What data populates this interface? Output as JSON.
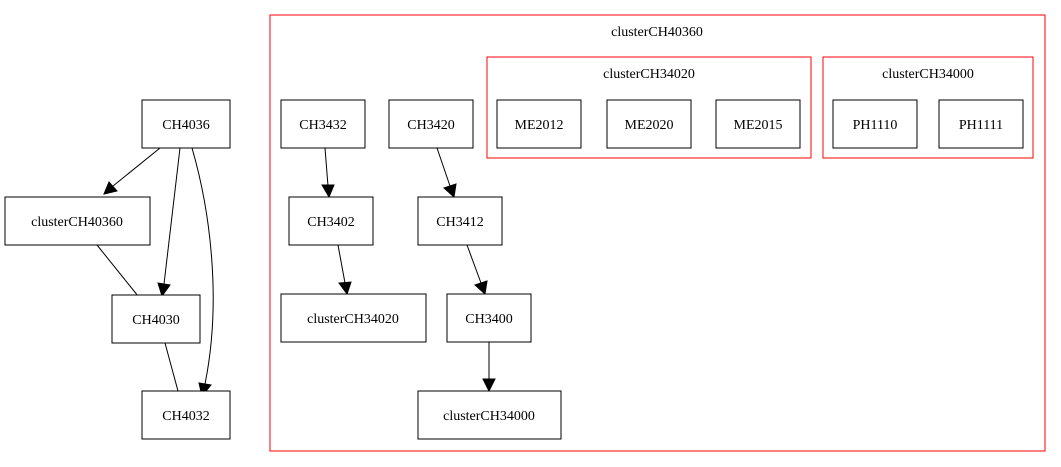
{
  "colors": {
    "node_border": "#000000",
    "cluster_border": "#ff0000",
    "edge": "#000000",
    "background": "#ffffff"
  },
  "clusters": {
    "outer": "clusterCH40360",
    "inner_a": "clusterCH34020",
    "inner_b": "clusterCH34000"
  },
  "nodes": {
    "ch4036": "CH4036",
    "cluster_ch40360": "clusterCH40360",
    "ch4030": "CH4030",
    "ch4032": "CH4032",
    "ch3432": "CH3432",
    "ch3420": "CH3420",
    "ch3402": "CH3402",
    "ch3412": "CH3412",
    "cluster_ch34020": "clusterCH34020",
    "ch3400": "CH3400",
    "cluster_ch34000": "clusterCH34000",
    "me2012": "ME2012",
    "me2020": "ME2020",
    "me2015": "ME2015",
    "ph1110": "PH1110",
    "ph1111": "PH1111"
  },
  "edges": [
    {
      "from": "CH4036",
      "to": "clusterCH40360",
      "directed": true
    },
    {
      "from": "CH4036",
      "to": "CH4030",
      "directed": true
    },
    {
      "from": "CH4036",
      "to": "CH4032",
      "directed": true
    },
    {
      "from": "clusterCH40360",
      "to": "CH4030",
      "directed": false
    },
    {
      "from": "CH4030",
      "to": "CH4032",
      "directed": false
    },
    {
      "from": "CH3432",
      "to": "CH3402",
      "directed": true
    },
    {
      "from": "CH3402",
      "to": "clusterCH34020",
      "directed": true
    },
    {
      "from": "CH3420",
      "to": "CH3412",
      "directed": true
    },
    {
      "from": "CH3412",
      "to": "CH3400",
      "directed": true
    },
    {
      "from": "CH3400",
      "to": "clusterCH34000",
      "directed": true
    }
  ]
}
